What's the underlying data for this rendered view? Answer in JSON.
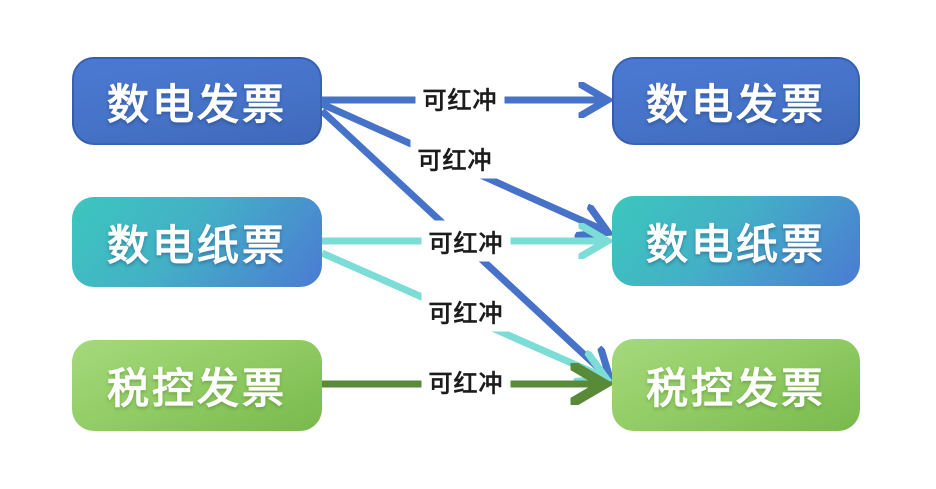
{
  "diagram": {
    "title": "",
    "background_color": "#ffffff",
    "left_nodes": [
      {
        "label": "数电发票",
        "type": "blue"
      },
      {
        "label": "数电纸票",
        "type": "teal"
      },
      {
        "label": "税控发票",
        "type": "green"
      }
    ],
    "right_nodes": [
      {
        "label": "数电发票",
        "type": "blue"
      },
      {
        "label": "数电纸票",
        "type": "teal"
      },
      {
        "label": "税控发票",
        "type": "green"
      }
    ],
    "edges": [
      {
        "from": "数电发票",
        "to": "数电发票",
        "label": "可红冲",
        "color": "#4673c8",
        "style": "blue-horizontal"
      },
      {
        "from": "数电发票",
        "to": "数电纸票",
        "label": "可红冲",
        "color": "#4673c8",
        "style": "blue-diagonal"
      },
      {
        "from": "数电发票",
        "to": "税控发票",
        "label": "",
        "color": "#4673c8",
        "style": "blue-diagonal-steep"
      },
      {
        "from": "数电纸票",
        "to": "数电纸票",
        "label": "可红冲",
        "color": "#7cdcd6",
        "style": "cyan-horizontal"
      },
      {
        "from": "数电纸票",
        "to": "税控发票",
        "label": "可红冲",
        "color": "#7cdcd6",
        "style": "cyan-diagonal"
      },
      {
        "from": "税控发票",
        "to": "税控发票",
        "label": "可红冲",
        "color": "#588a38",
        "style": "green-horizontal"
      }
    ],
    "colors": {
      "blue_box": "#4673c8",
      "teal_box_gradient_start": "#3cc7bd",
      "teal_box_gradient_end": "#4b7bd3",
      "green_box_gradient_start": "#a5d97c",
      "green_box_gradient_end": "#78b94c",
      "blue_arrow": "#4673c8",
      "cyan_arrow": "#7cdcd6",
      "green_arrow": "#588a38",
      "node_text": "#ffffff",
      "edge_label_text": "#1c1c1c"
    }
  }
}
